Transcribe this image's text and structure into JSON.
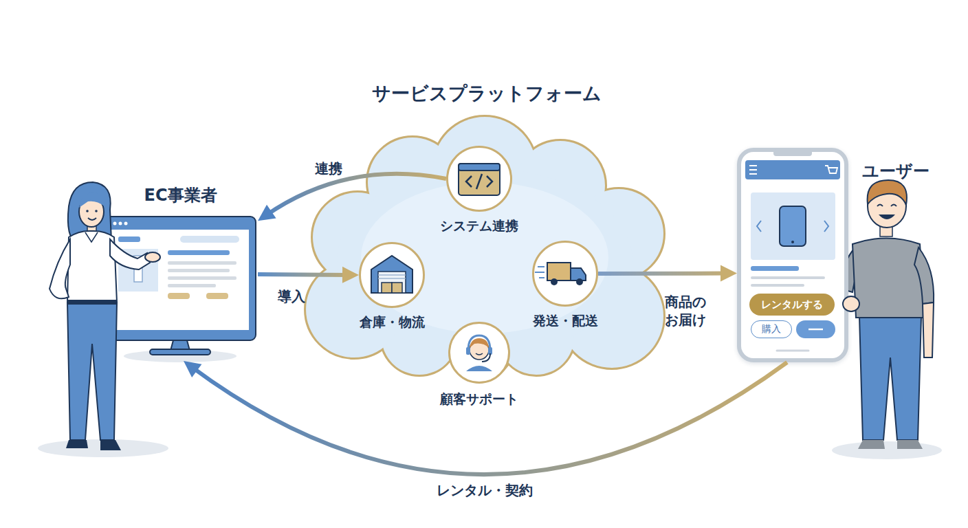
{
  "diagram": {
    "nodes": [
      {
        "text": [
          "サービスプラットフォーム"
        ]
      },
      {
        "text": [
          "システム連携"
        ],
        "in": 0
      },
      {
        "text": [
          "倉庫・物流"
        ],
        "in": 0
      },
      {
        "text": [
          "発送・配送"
        ],
        "in": 0
      },
      {
        "text": [
          "顧客サポート"
        ],
        "in": 0
      },
      {
        "text": [
          "EC事業者"
        ]
      },
      {
        "text": [
          "ユーザー"
        ]
      },
      {
        "text": [
          "レンタルする"
        ],
        "in": 6
      },
      {
        "text": [
          "購入"
        ],
        "in": 6
      }
    ],
    "edges": [
      {
        "from": 1,
        "to": 5,
        "label": "連携",
        "arrow": "to"
      },
      {
        "from": 5,
        "to": 2,
        "label": "導入",
        "arrow": "to"
      },
      {
        "from": 3,
        "to": 6,
        "label": "商品の お届け",
        "arrow": "to"
      },
      {
        "from": 6,
        "to": 5,
        "label": "レンタル・契約",
        "arrow": "to"
      }
    ]
  }
}
